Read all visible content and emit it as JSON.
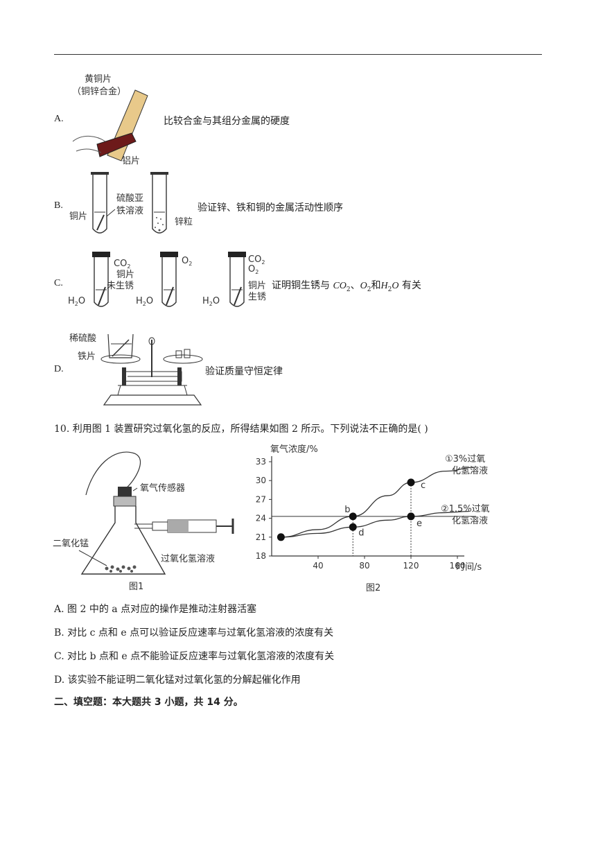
{
  "options_q9": [
    {
      "letter": "A.",
      "text": "比较合金与其组分金属的硬度",
      "labels": [
        "黄铜片",
        "（铜锌合金）",
        "铝片"
      ]
    },
    {
      "letter": "B.",
      "text": "验证锌、铁和铜的金属活动性顺序",
      "labels": [
        "硫酸亚",
        "铁溶液",
        "铜片",
        "锌粒"
      ]
    },
    {
      "letter": "C.",
      "text_pre": "证明铜生锈与",
      "text_f1": "CO",
      "text_sep1": "、",
      "text_f2": "O",
      "text_mid": "和",
      "text_f3": "H",
      "text_f3b": "O",
      "text_post": " 有关",
      "labels": [
        "CO",
        "2",
        "铜片",
        "未生锈",
        "H",
        "2",
        "O",
        "O",
        "2",
        "H",
        "2",
        "O",
        "CO",
        "2",
        "O",
        "2",
        "铜片",
        "生锈",
        "H",
        "2",
        "O"
      ]
    },
    {
      "letter": "D.",
      "text": "验证质量守恒定律",
      "labels": [
        "稀硫酸",
        "铁片"
      ]
    }
  ],
  "question10": {
    "stem": "10. 利用图 1 装置研究过氧化氢的反应，所得结果如图 2 所示。下列说法不正确的是(    )",
    "fig1": {
      "caption": "图1",
      "labels": [
        "氧气传感器",
        "二氧化锰",
        "过氧化氢溶液"
      ]
    },
    "fig2": {
      "caption": "图2",
      "ylabel": "氧气浓度/%",
      "xlabel": "时间/s",
      "series_labels": [
        "①3%过氧",
        "化氢溶液",
        "②1.5%过氧",
        "化氢溶液"
      ],
      "point_labels": [
        "b",
        "c",
        "d",
        "e"
      ]
    },
    "choices": [
      "A. 图 2 中的 a 点对应的操作是推动注射器活塞",
      "B. 对比 c 点和 e 点可以验证反应速率与过氧化氢溶液的浓度有关",
      "C. 对比 b 点和 e 点不能验证反应速率与过氧化氢溶液的浓度有关",
      "D. 该实验不能证明二氧化锰对过氧化氢的分解起催化作用"
    ]
  },
  "section2": "二、填空题：本大题共 3 小题，共 14 分。",
  "chart_data": {
    "type": "line",
    "title": "",
    "xlabel": "时间/s",
    "ylabel": "氧气浓度/%",
    "xlim": [
      0,
      160
    ],
    "ylim": [
      18,
      33
    ],
    "xticks": [
      "40",
      "80",
      "120",
      "160"
    ],
    "yticks": [
      "18",
      "21",
      "24",
      "27",
      "30",
      "33"
    ],
    "series": [
      {
        "name": "①3%过氧化氢溶液",
        "x": [
          8,
          40,
          70,
          100,
          120,
          150,
          175
        ],
        "y": [
          21,
          22.2,
          24.3,
          27.6,
          29.7,
          31.5,
          32.1
        ]
      },
      {
        "name": "②1.5%过氧化氢溶液",
        "x": [
          8,
          40,
          70,
          100,
          120,
          150,
          170
        ],
        "y": [
          21,
          21.6,
          22.6,
          23.7,
          24.3,
          24.9,
          25.1
        ]
      }
    ],
    "points": [
      {
        "label": "a",
        "x": 8,
        "y": 21,
        "printed": false
      },
      {
        "label": "b",
        "x": 70,
        "y": 24.3
      },
      {
        "label": "c",
        "x": 120,
        "y": 29.7
      },
      {
        "label": "d",
        "x": 70,
        "y": 22.6
      },
      {
        "label": "e",
        "x": 120,
        "y": 24.3
      }
    ],
    "hline_y": 24.3,
    "grid": false
  }
}
